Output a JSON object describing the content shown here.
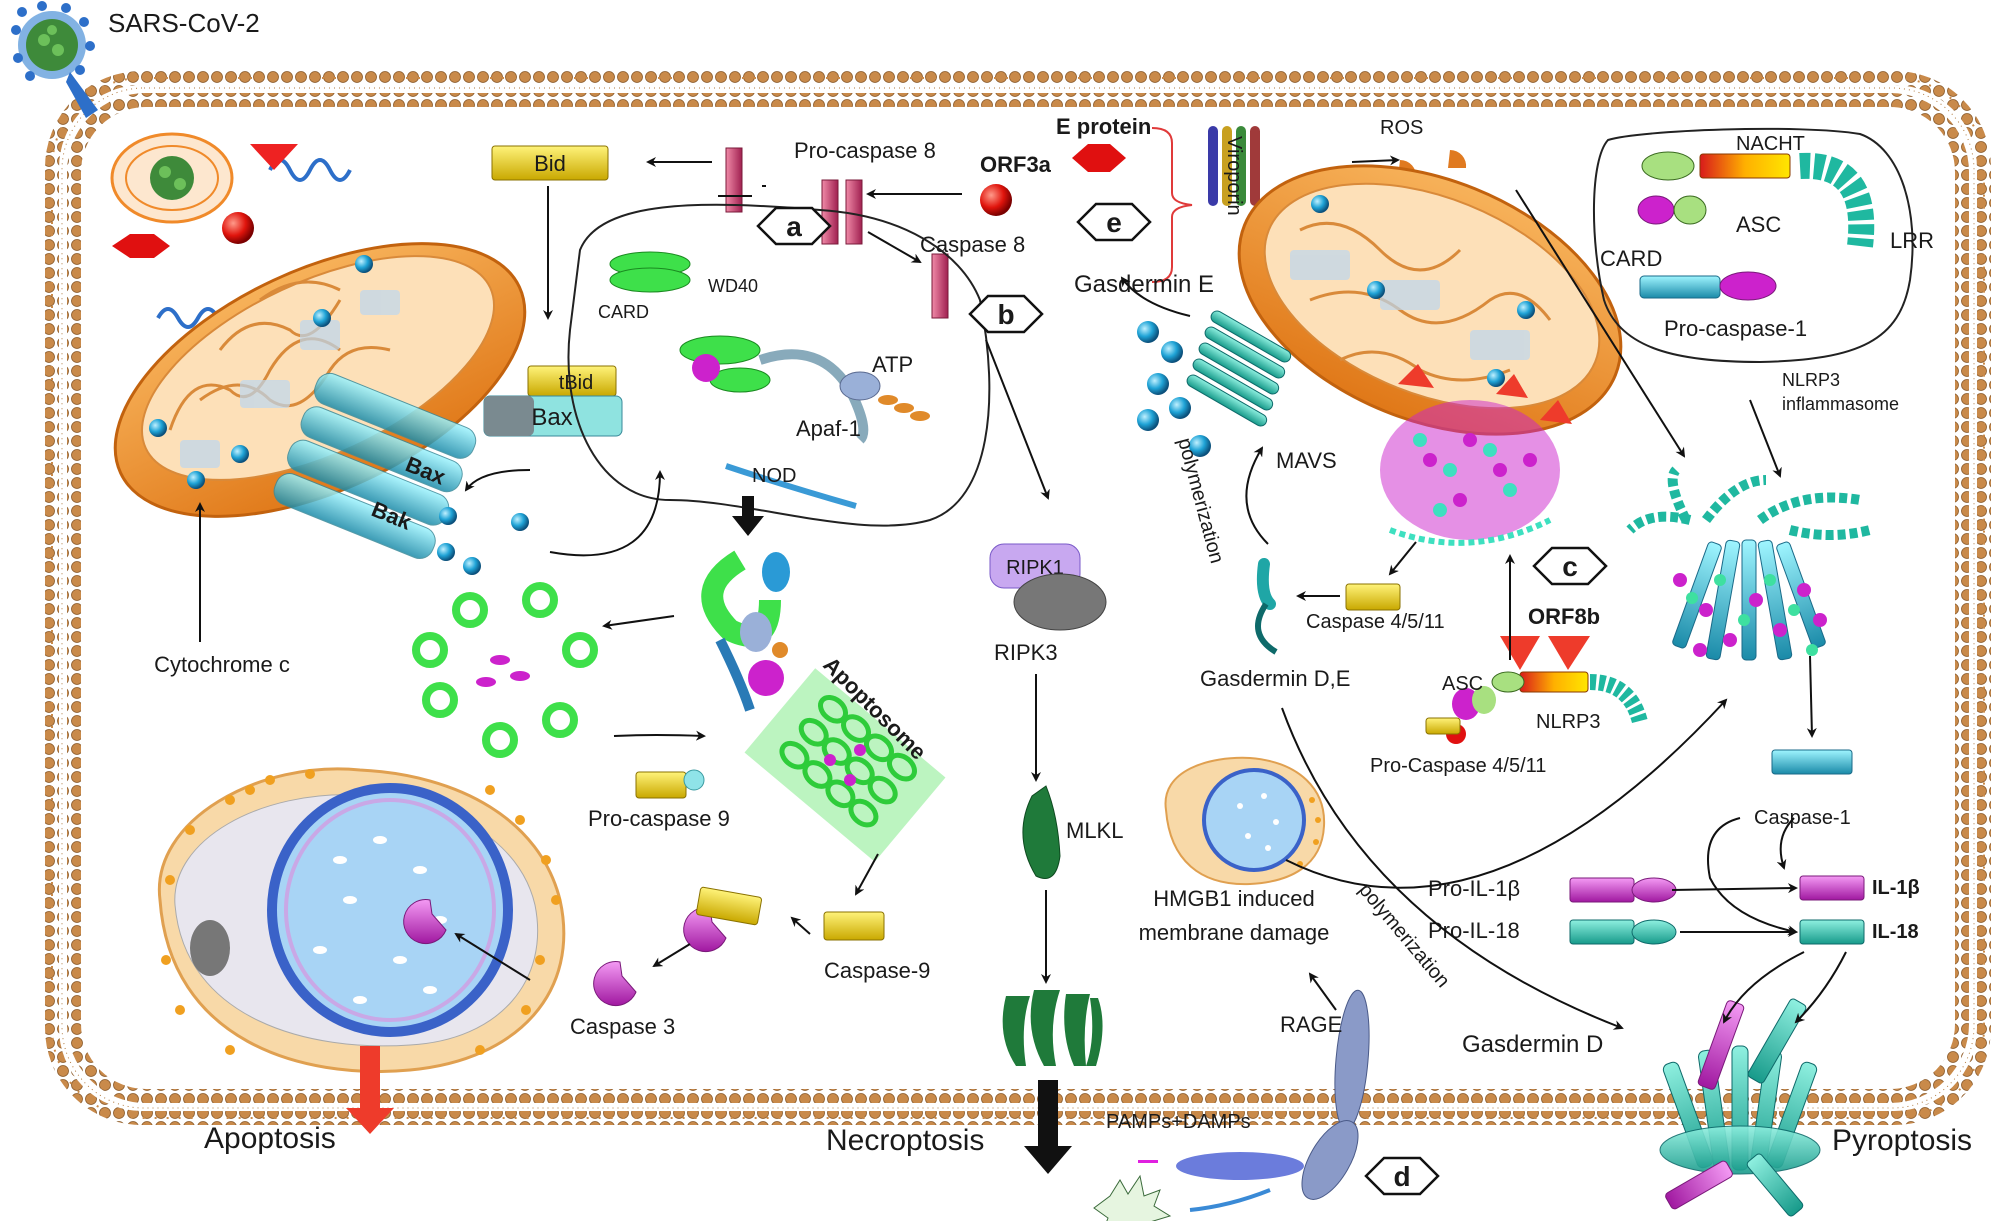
{
  "virus_label": "SARS-CoV-2",
  "apoptosis": {
    "bid": "Bid",
    "tbid": "tBid",
    "bax_box": "Bax",
    "bax": "Bax",
    "bak": "Bak",
    "cytochrome": "Cytochrome c",
    "procaspase8": "Pro-caspase 8",
    "orf3a": "ORF3a",
    "caspase8": "Caspase 8",
    "wd40": "WD40",
    "card": "CARD",
    "atp": "ATP",
    "apaf1": "Apaf-1",
    "nod": "NOD",
    "apoptosome": "Apoptosome",
    "procaspase9": "Pro-caspase 9",
    "caspase9": "Caspase-9",
    "caspase3": "Caspase 3",
    "outcome": "Apoptosis"
  },
  "necroptosis": {
    "ripk1": "RIPK1",
    "ripk3": "RIPK3",
    "mlkl": "MLKL",
    "pamps": "PAMPs+DAMPs",
    "outcome": "Necroptosis"
  },
  "pyroptosis": {
    "e_protein": "E protein",
    "viroporin": "Viroporin",
    "ros": "ROS",
    "nacht": "NACHT",
    "card": "CARD",
    "asc": "ASC",
    "lrr": "LRR",
    "procaspase1": "Pro-caspase-1",
    "nlrp3_inflammasome": "NLRP3\ninflammasome",
    "gasdermin_e": "Gasdermin E",
    "polymerization1": "polymerization",
    "mavs": "MAVS",
    "caspase4511": "Caspase 4/5/11",
    "orf8b": "ORF8b",
    "gasdermin_de": "Gasdermin D,E",
    "asc2": "ASC",
    "nlrp3": "NLRP3",
    "procaspase4511": "Pro-Caspase 4/5/11",
    "hmgb1": "HMGB1 induced\nmembrane damage",
    "polymerization2": "polymerization",
    "rage": "RAGE",
    "caspase1": "Caspase-1",
    "pro_il1b": "Pro-IL-1β",
    "il1b": "IL-1β",
    "pro_il18": "Pro-IL-18",
    "il18": "IL-18",
    "gasdermin_d": "Gasdermin D",
    "outcome": "Pyroptosis"
  },
  "panel_labels": [
    "a",
    "b",
    "c",
    "d",
    "e"
  ],
  "colors": {
    "membrane_head": "#c98a4a",
    "mito_orange": "#f0962a",
    "caspase_pink": "#d4557a",
    "gasdermin_teal": "#1fa6a6",
    "mlkl_green": "#1f7a3a",
    "arrow_red": "#ee3b2b",
    "magenta": "#cc33cc",
    "cyan": "#3fd6c6",
    "yellow": "#e8d21a"
  }
}
